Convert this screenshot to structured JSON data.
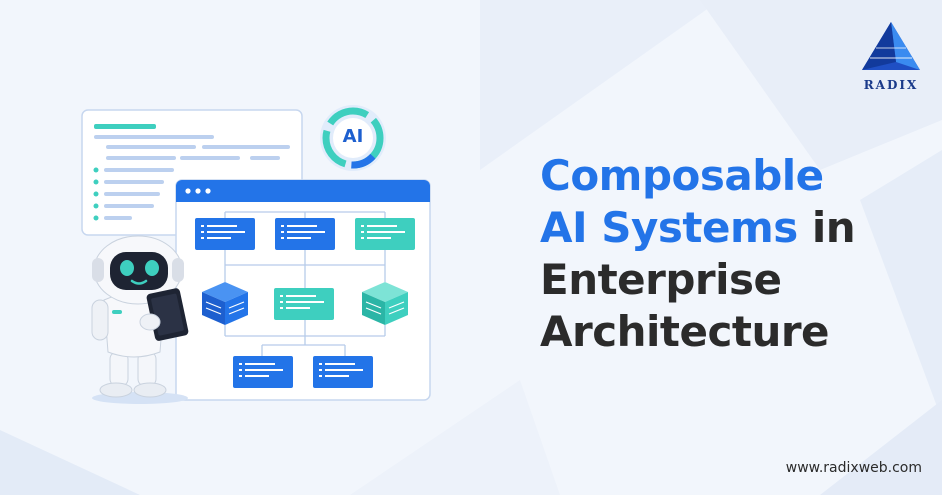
{
  "brand": {
    "logo_text": "RADIX",
    "website": "www.radixweb.com",
    "accent_color": "#2374e8",
    "teal_color": "#3ecfbf",
    "dark_text_color": "#2b2b2b"
  },
  "headline": {
    "line1": "Composable",
    "line2_blue": "AI Systems",
    "line2_rest": " in",
    "line3": "Enterprise",
    "line4": "Architecture"
  },
  "illustration": {
    "ai_badge": "AI"
  }
}
